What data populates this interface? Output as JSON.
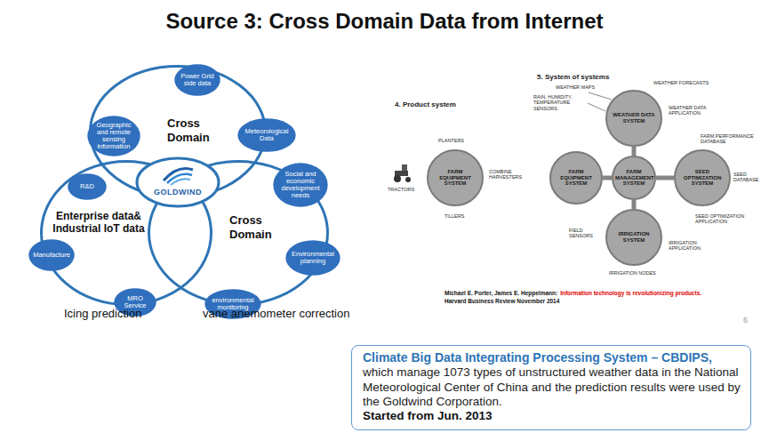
{
  "diagram": {
    "title": "Source 3: Cross Domain Data from Internet",
    "nodes": [
      {
        "text": [
          "Cross Domain"
        ]
      },
      {
        "text": [
          "Power Grid side data"
        ]
      },
      {
        "text": [
          "Geographic and remote sensing information"
        ]
      },
      {
        "text": [
          "Meteorological Data"
        ]
      },
      {
        "text": [
          "GOLDWIND"
        ]
      },
      {
        "text": [
          "Enterprise data& Industrial IoT data"
        ]
      },
      {
        "text": [
          "R&D"
        ]
      },
      {
        "text": [
          "Social and economic development needs"
        ]
      },
      {
        "text": [
          "Cross Domain"
        ]
      },
      {
        "text": [
          "Manufacture"
        ]
      },
      {
        "text": [
          "Environmental planning"
        ]
      },
      {
        "text": [
          "MRO Service"
        ]
      },
      {
        "text": [
          "environmental monitoring"
        ]
      },
      {
        "text": [
          "4. Product system"
        ]
      },
      {
        "text": [
          "FARM EQUIPMENT SYSTEM"
        ],
        "in": 13
      },
      {
        "text": [
          "5. System of systems"
        ]
      },
      {
        "text": [
          "WEATHER DATA SYSTEM"
        ],
        "in": 15
      },
      {
        "text": [
          "FARM EQUIPMENT SYSTEM"
        ],
        "in": 15
      },
      {
        "text": [
          "FARM MANAGEMENT SYSTEM"
        ],
        "in": 15
      },
      {
        "text": [
          "SEED OPTIMIZATION SYSTEM"
        ],
        "in": 15
      },
      {
        "text": [
          "IRRIGATION SYSTEM"
        ],
        "in": 15
      },
      {
        "text": [
          "Climate Big Data Integrating Processing System – CBDIPS,",
          "which manage 1073 types of unstructured weather data in the National Meteorological Center of China and the prediction results were used by the Goldwind Corporation.",
          "Started from Jun. 2013"
        ]
      }
    ],
    "edges": [
      {
        "from": 18,
        "to": 16,
        "arrow": "none"
      },
      {
        "from": 18,
        "to": 17,
        "arrow": "none"
      },
      {
        "from": 18,
        "to": 19,
        "arrow": "none"
      },
      {
        "from": 18,
        "to": 20,
        "arrow": "none"
      }
    ],
    "labels": [
      "PLANTERS",
      "TRACTORS",
      "COMBINE HARVESTERS",
      "TILLERS",
      "WEATHER MAPS",
      "WEATHER FORECASTS",
      "RAIN, HUMIDITY, TEMPERATURE SENSORS",
      "WEATHER DATA APPLICATION",
      "FARM PERFORMANCE DATABASE",
      "SEED DATABASE",
      "SEED OPTIMIZATION APPLICATION",
      "FIELD SENSORS",
      "IRRIGATION APPLICATION",
      "IRRIGATION NODES",
      "Michael E. Porter, James E. Heppelmann:",
      "Information technology is revolutionizing products.",
      "Harvard Business Review November 2014",
      "Icing prediction",
      "vane anemometer correction",
      "6"
    ]
  }
}
